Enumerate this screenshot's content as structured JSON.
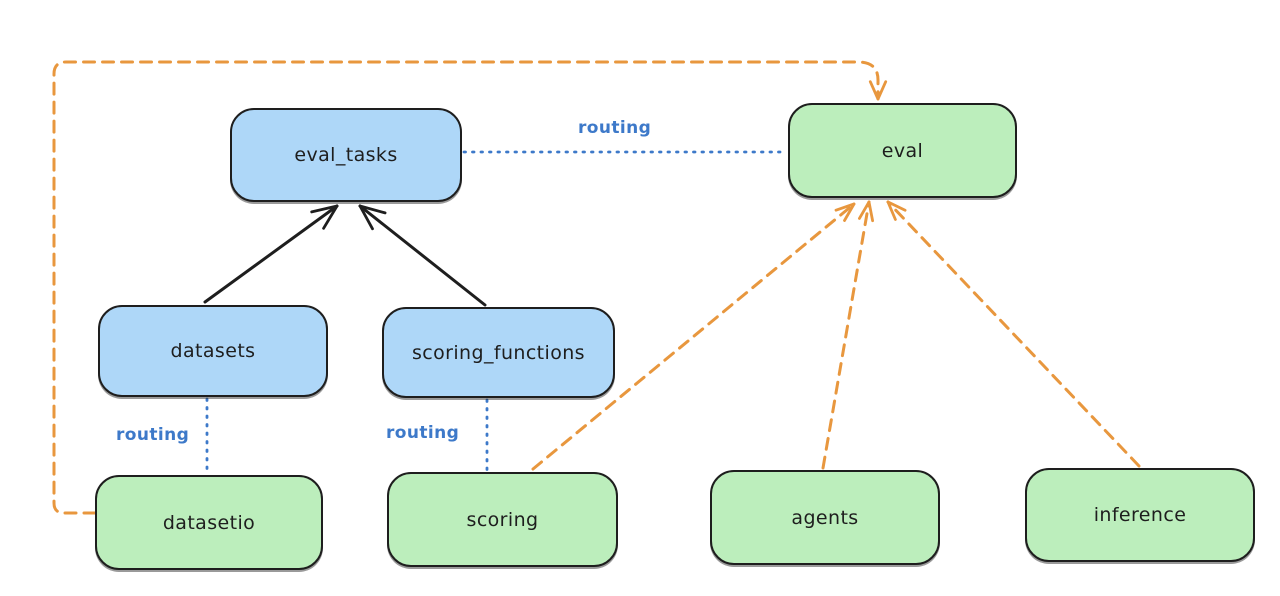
{
  "diagram": {
    "type": "architecture-diagram",
    "background": "#ffffff",
    "colors": {
      "background": "#ffffff",
      "blue_fill": "#aed7f8",
      "green_fill": "#bceebc",
      "stroke": "#1e1e1e",
      "routing_blue": "#3d79c9",
      "orange": "#e8973e"
    },
    "nodes": [
      {
        "id": "eval_tasks",
        "label": "eval_tasks",
        "color": "blue"
      },
      {
        "id": "eval",
        "label": "eval",
        "color": "green"
      },
      {
        "id": "datasets",
        "label": "datasets",
        "color": "blue"
      },
      {
        "id": "scoring_functions",
        "label": "scoring_functions",
        "color": "blue"
      },
      {
        "id": "datasetio",
        "label": "datasetio",
        "color": "green"
      },
      {
        "id": "scoring",
        "label": "scoring",
        "color": "green"
      },
      {
        "id": "agents",
        "label": "agents",
        "color": "green"
      },
      {
        "id": "inference",
        "label": "inference",
        "color": "green"
      }
    ],
    "edges": [
      {
        "from": "eval_tasks",
        "to": "eval",
        "style": "dotted",
        "color": "blue",
        "label": "routing"
      },
      {
        "from": "datasets",
        "to": "datasetio",
        "style": "dotted",
        "color": "blue",
        "label": "routing"
      },
      {
        "from": "scoring_functions",
        "to": "scoring",
        "style": "dotted",
        "color": "blue",
        "label": "routing"
      },
      {
        "from": "datasets",
        "to": "eval_tasks",
        "style": "solid-arrow",
        "color": "black",
        "label": ""
      },
      {
        "from": "scoring_functions",
        "to": "eval_tasks",
        "style": "solid-arrow",
        "color": "black",
        "label": ""
      },
      {
        "from": "datasetio",
        "to": "eval",
        "style": "dashed-arrow",
        "color": "orange",
        "label": ""
      },
      {
        "from": "scoring",
        "to": "eval",
        "style": "dashed-arrow",
        "color": "orange",
        "label": ""
      },
      {
        "from": "agents",
        "to": "eval",
        "style": "dashed-arrow",
        "color": "orange",
        "label": ""
      },
      {
        "from": "inference",
        "to": "eval",
        "style": "dashed-arrow",
        "color": "orange",
        "label": ""
      }
    ]
  }
}
